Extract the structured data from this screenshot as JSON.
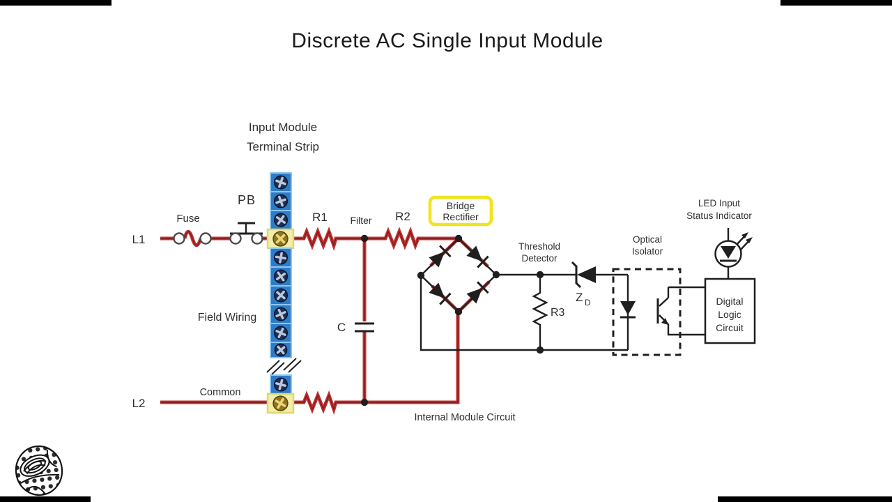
{
  "title": "Discrete AC  Single Input Module",
  "labels": {
    "l1": "L1",
    "l2": "L2",
    "fuse": "Fuse",
    "pb": "PB",
    "terminal_strip": [
      "Input Module",
      "Terminal Strip"
    ],
    "r1": "R1",
    "filter": "Filter",
    "r2": "R2",
    "c": "C",
    "bridge_rectifier": [
      "Bridge",
      "Rectifier"
    ],
    "threshold_detector": [
      "Threshold",
      "Detector"
    ],
    "r3": "R3",
    "zd_main": "Z",
    "zd_sub": "D",
    "optical_isolator": [
      "Optical",
      "Isolator"
    ],
    "led_indicator": [
      "LED Input",
      "Status Indicator"
    ],
    "digital_logic": [
      "Digital",
      "Logic",
      "Circuit"
    ],
    "field_wiring": "Field Wiring",
    "common": "Common",
    "internal_module_circuit": "Internal Module Circuit"
  },
  "colors": {
    "wire": "#bf3333",
    "wire_core": "#7a1414",
    "schematic": "#1f1f1f",
    "text": "#2e2e2e",
    "terminal_blue": "#2e7cc8",
    "terminal_blue_border": "#8ec6f0",
    "screw_navy": "#1c2f55",
    "screw_cross": "#bcc9da",
    "terminal_yellow": "#f2edaa",
    "terminal_yellow_border": "#ded772",
    "screw_gold": "#8f741f",
    "screw_gold_cross": "#e8d67c",
    "highlight_box": "#f2e41c"
  }
}
